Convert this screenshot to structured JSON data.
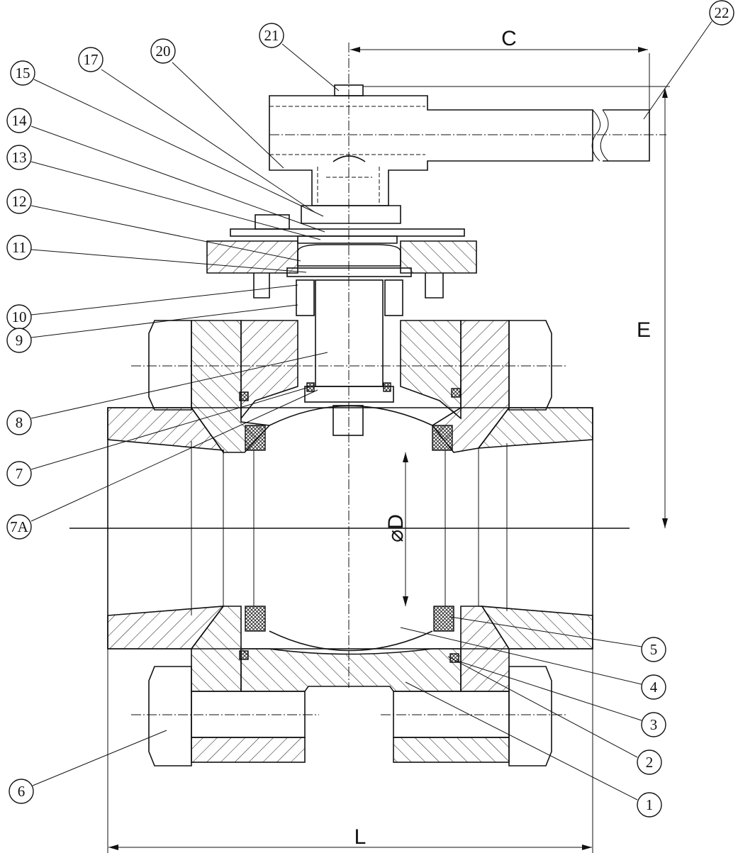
{
  "drawing": {
    "title": "Ball valve sectional view",
    "dimensions": {
      "C": "C",
      "E": "E",
      "D": "⌀D",
      "L": "L"
    },
    "balloons": {
      "p21": "21",
      "p20": "20",
      "p17": "17",
      "p15": "15",
      "p14": "14",
      "p13": "13",
      "p12": "12",
      "p11": "11",
      "p10": "10",
      "p9": "9",
      "p8": "8",
      "p7": "7",
      "p7A": "7A",
      "p22": "22",
      "p5": "5",
      "p4": "4",
      "p3": "3",
      "p2": "2",
      "p1": "1",
      "p6": "6"
    }
  }
}
